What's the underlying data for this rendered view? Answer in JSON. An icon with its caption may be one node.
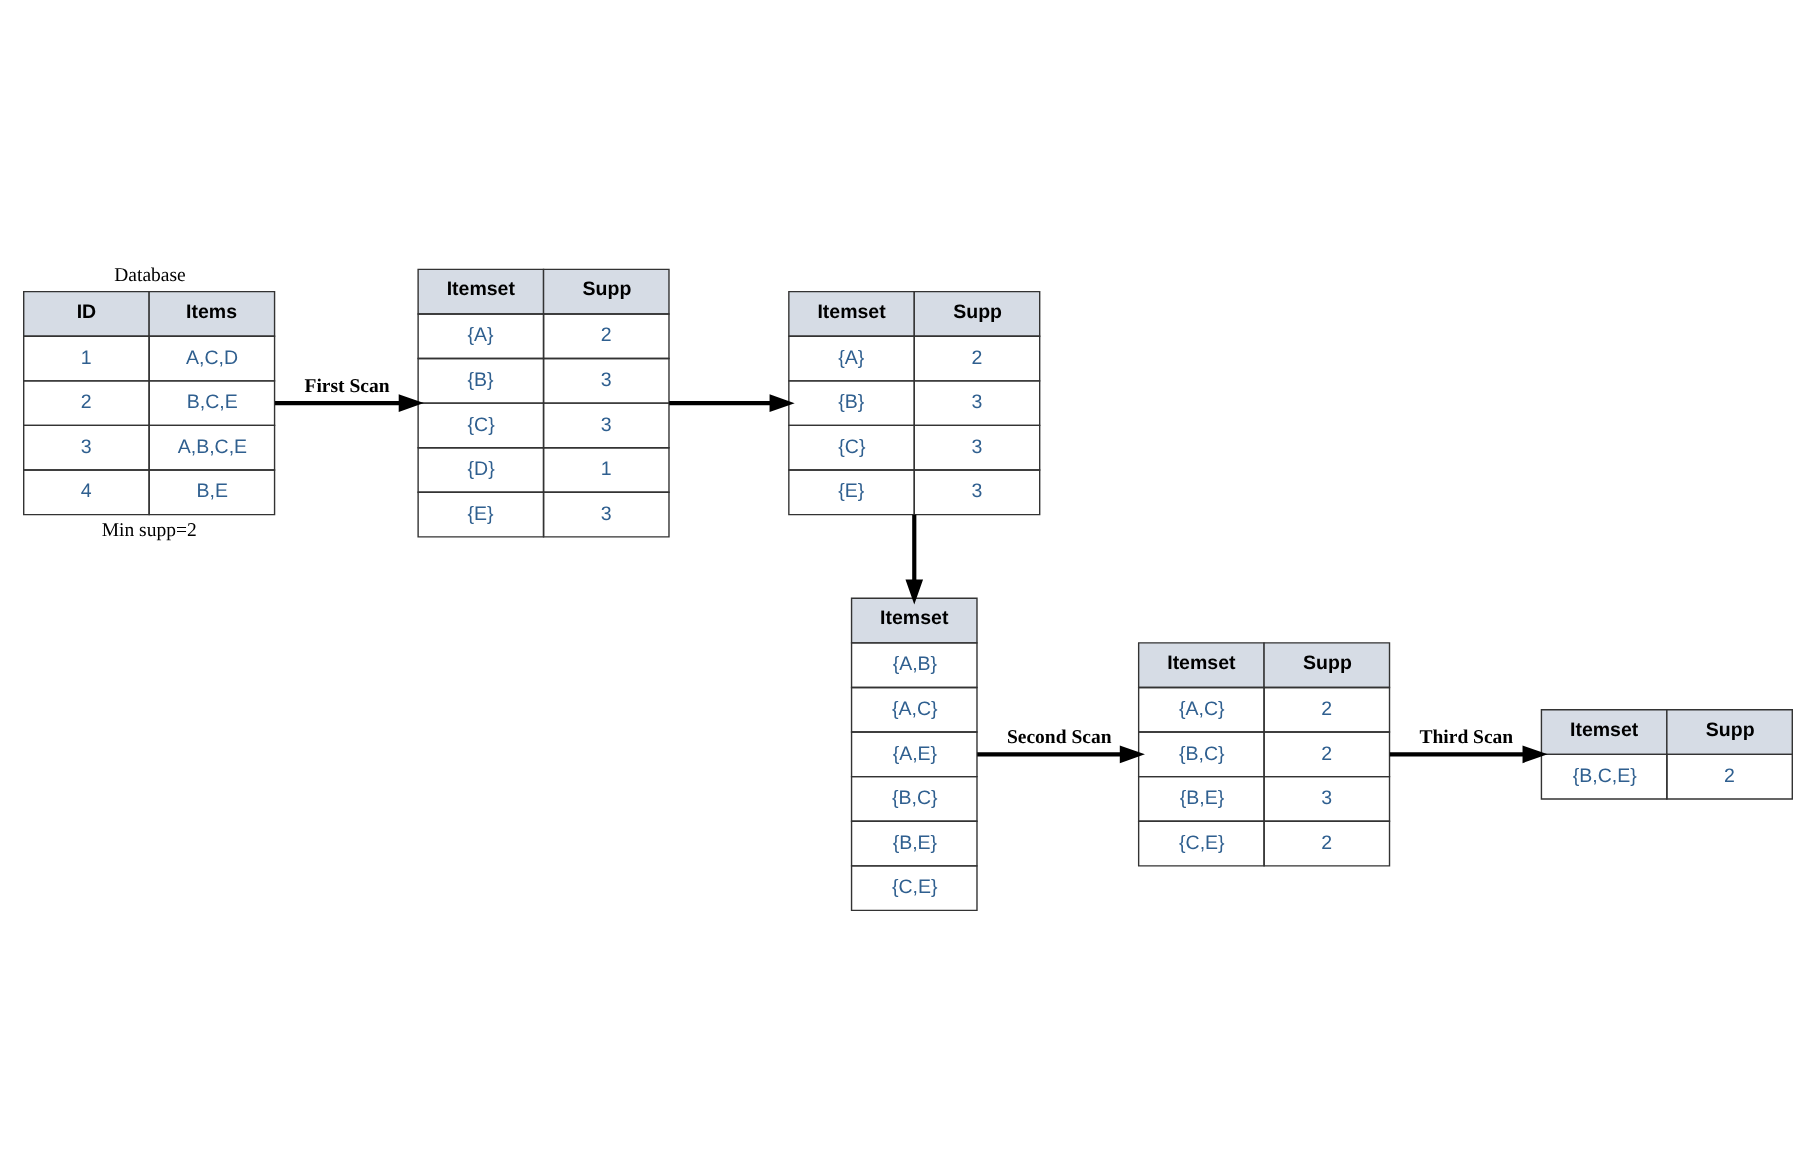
{
  "diagram": {
    "nodes": [
      {
        "text": [
          "Database",
          "ID",
          "Items",
          "1",
          "A,C,D",
          "2",
          "B,C,E",
          "3",
          "A,B,C,E",
          "4",
          "B,E"
        ],
        "beside": [
          "Min supp=2"
        ]
      },
      {
        "text": [
          "Itemset",
          "Supp",
          "{A}",
          "2",
          "{B}",
          "3",
          "{C}",
          "3",
          "{D}",
          "1",
          "{E}",
          "3"
        ]
      },
      {
        "text": [
          "Itemset",
          "Supp",
          "{A}",
          "2",
          "{B}",
          "3",
          "{C}",
          "3",
          "{E}",
          "3"
        ]
      },
      {
        "text": [
          "Itemset",
          "{A,B}",
          "{A,C}",
          "{A,E}",
          "{B,C}",
          "{B,E}",
          "{C,E}"
        ]
      },
      {
        "text": [
          "Itemset",
          "Supp",
          "{A,C}",
          "2",
          "{B,C}",
          "2",
          "{B,E}",
          "3",
          "{C,E}",
          "2"
        ]
      },
      {
        "text": [
          "Itemset",
          "Supp",
          "{B,C,E}",
          "2"
        ]
      }
    ],
    "edges": [
      {
        "from": 0,
        "to": 1,
        "arrow": "to",
        "label": "First Scan"
      },
      {
        "from": 1,
        "to": 2,
        "arrow": "to"
      },
      {
        "from": 2,
        "to": 3,
        "arrow": "to"
      },
      {
        "from": 3,
        "to": 4,
        "arrow": "to",
        "label": "Second Scan"
      },
      {
        "from": 4,
        "to": 5,
        "arrow": "to",
        "label": "Third Scan"
      }
    ]
  }
}
